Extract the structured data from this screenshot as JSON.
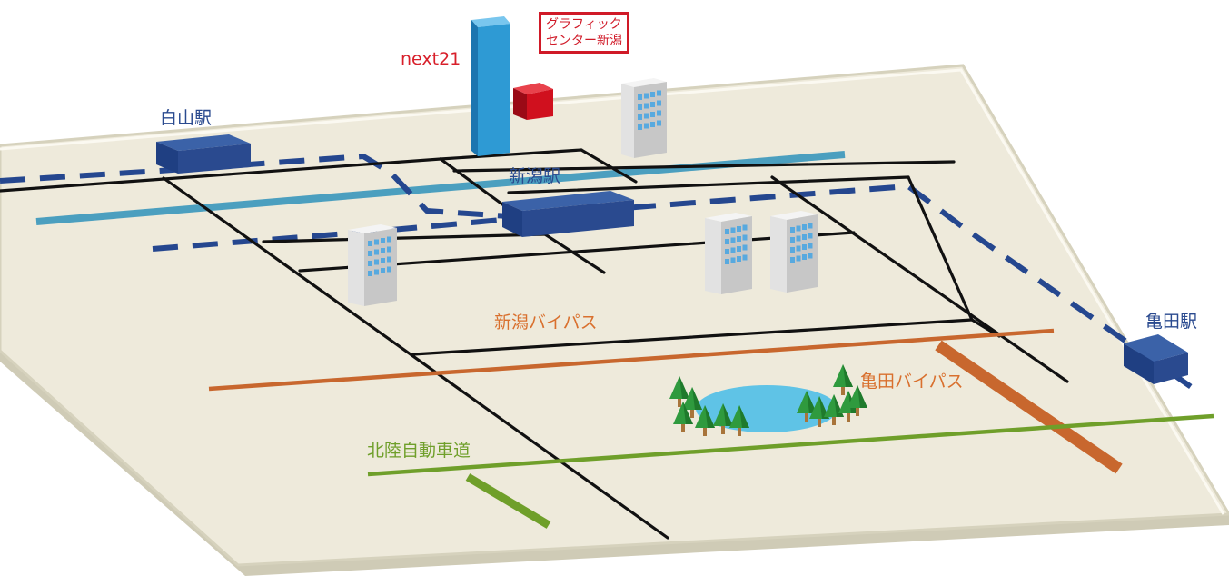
{
  "map": {
    "stations": {
      "hakusan": "白山駅",
      "niigata": "新潟駅",
      "kameda": "亀田駅"
    },
    "landmarks": {
      "next21": "next21",
      "graphic_center": [
        "グラフィック",
        "センター新潟"
      ]
    },
    "roads": {
      "niigata_bypass": "新潟バイパス",
      "kameda_bypass": "亀田バイパス",
      "hokuriku_expressway": "北陸自動車道"
    },
    "colors": {
      "ground": "#eeeadb",
      "ground_edge": "#cfcbb6",
      "station_blue": "#2a4a8f",
      "rail": "#25478f",
      "river": "#4b9fbf",
      "road": "#111111",
      "bypass": "#c8672e",
      "expressway": "#6f9f2a",
      "tower": "#2e9ad4",
      "red_building": "#d0101e",
      "pond": "#5fc3e6",
      "tree": "#2f9a3e"
    }
  }
}
